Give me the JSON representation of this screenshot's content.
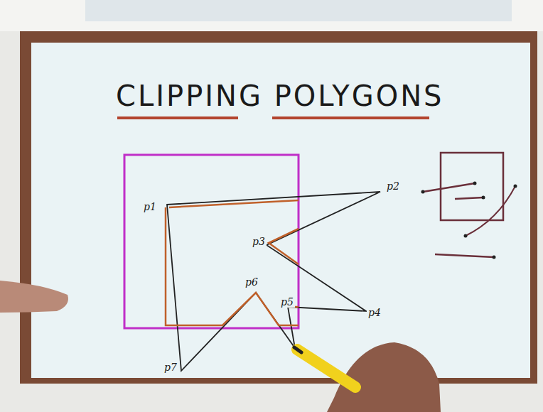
{
  "diagram": {
    "title": "CLIPPING POLYGONS",
    "labels": [
      "p1",
      "p2",
      "p3",
      "p6",
      "p5",
      "p4",
      "p7"
    ]
  }
}
